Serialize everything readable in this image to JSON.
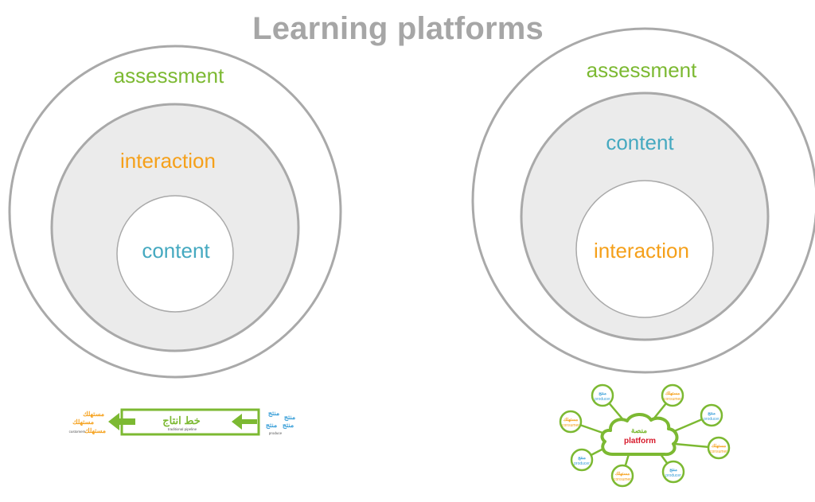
{
  "title": "Learning platforms",
  "colors": {
    "title": "#a6a6a6",
    "ring_stroke": "#a9a9a9",
    "middle_fill": "#ebebeb",
    "green": "#7cb932",
    "orange": "#f5a01a",
    "teal": "#45a9c0",
    "blue": "#3a9fd8",
    "red": "#d7182a",
    "dark_gray": "#555555"
  },
  "left_model": {
    "outer_label": "assessment",
    "middle_label": "interaction",
    "inner_label": "content"
  },
  "right_model": {
    "outer_label": "assessment",
    "middle_label": "content",
    "inner_label": "interaction"
  },
  "pipeline": {
    "arabic_title": "خط انتاج",
    "subtitle": "traditional pipeline",
    "consumers": [
      "مستهلك",
      "مستهلك",
      "مستهلك"
    ],
    "consumers_label": "customers",
    "producers": [
      "منتج",
      "منتج",
      "منتج",
      "منتج"
    ],
    "producers_label": "produce"
  },
  "platform": {
    "arabic_title": "منصة",
    "title": "platform",
    "nodes": [
      {
        "arabic": "منتج",
        "label": "producer",
        "role": "producer"
      },
      {
        "arabic": "مستهلك",
        "label": "consumer",
        "role": "consumer"
      },
      {
        "arabic": "منتج",
        "label": "producer",
        "role": "producer"
      },
      {
        "arabic": "مستهلك",
        "label": "consumer",
        "role": "consumer"
      },
      {
        "arabic": "منتج",
        "label": "producer",
        "role": "producer"
      },
      {
        "arabic": "مستهلك",
        "label": "consumer",
        "role": "consumer"
      },
      {
        "arabic": "منتج",
        "label": "producer",
        "role": "producer"
      },
      {
        "arabic": "مستهلك",
        "label": "consumer",
        "role": "consumer"
      }
    ]
  }
}
